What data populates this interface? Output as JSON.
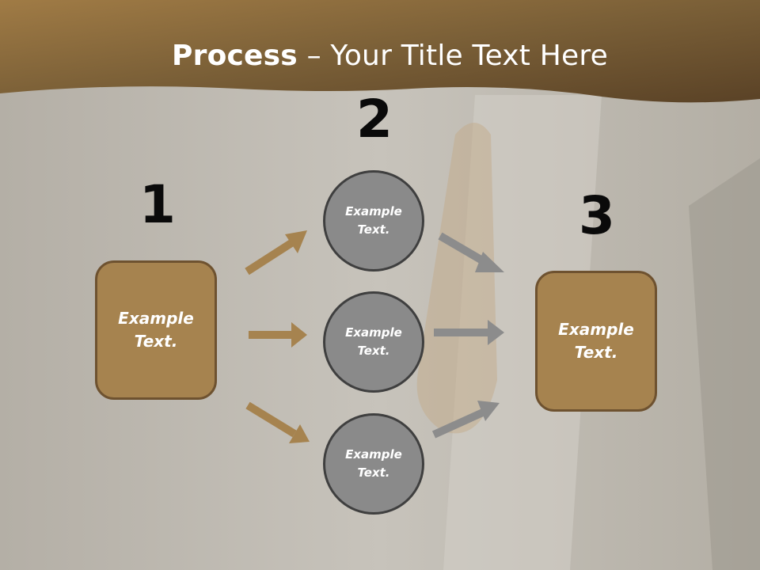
{
  "title": {
    "bold": "Process",
    "rest": " – Your Title Text Here"
  },
  "steps": {
    "one": {
      "number": "1",
      "box_text": "Example Text."
    },
    "two": {
      "number": "2",
      "circles": [
        "Example Text.",
        "Example Text.",
        "Example Text."
      ]
    },
    "three": {
      "number": "3",
      "box_text": "Example Text."
    }
  },
  "colors": {
    "accent_brown": "#a6834f",
    "circle_gray": "#8a8a8a",
    "arrow_brown": "#a6834f",
    "arrow_gray": "#8c8c8c"
  }
}
